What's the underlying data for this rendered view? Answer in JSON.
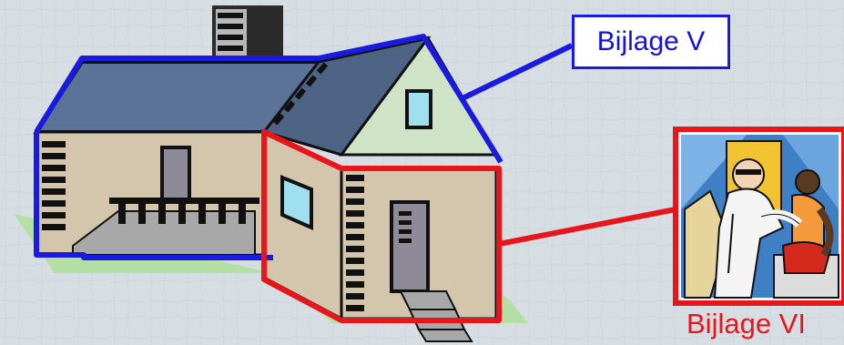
{
  "labels": {
    "bijlage_v": "Bijlage V",
    "bijlage_vi": "Bijlage VI"
  },
  "colors": {
    "background": "#d6dee4",
    "blue_outline": "#1a1ae0",
    "red_outline": "#e8161b",
    "roof": "#5a7396",
    "wall": "#d4c5ad",
    "gable": "#cfe3c7",
    "lawn": "#b4e0a6",
    "window": "#9fe0ee"
  },
  "icons": {
    "house": "house-illustration",
    "doctor": "doctor-patient-illustration"
  }
}
